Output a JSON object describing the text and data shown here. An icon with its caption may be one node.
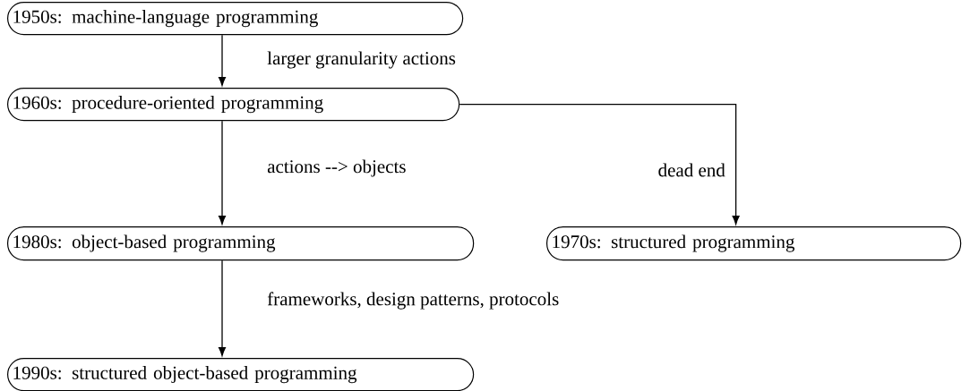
{
  "diagram": {
    "nodes": [
      {
        "text": [
          "1950s: machine-language programming"
        ]
      },
      {
        "text": [
          "1960s: procedure-oriented programming"
        ]
      },
      {
        "text": [
          "1980s: object-based programming"
        ]
      },
      {
        "text": [
          "1970s: structured programming"
        ]
      },
      {
        "text": [
          "1990s: structured object-based programming"
        ]
      }
    ],
    "edges": [
      {
        "from": 0,
        "to": 1,
        "arrow": "to",
        "label": "larger granularity actions"
      },
      {
        "from": 1,
        "to": 2,
        "arrow": "to",
        "label": "actions --> objects"
      },
      {
        "from": 1,
        "to": 3,
        "arrow": "to",
        "label": "dead end"
      },
      {
        "from": 2,
        "to": 4,
        "arrow": "to",
        "label": "frameworks, design patterns, protocols"
      }
    ]
  }
}
